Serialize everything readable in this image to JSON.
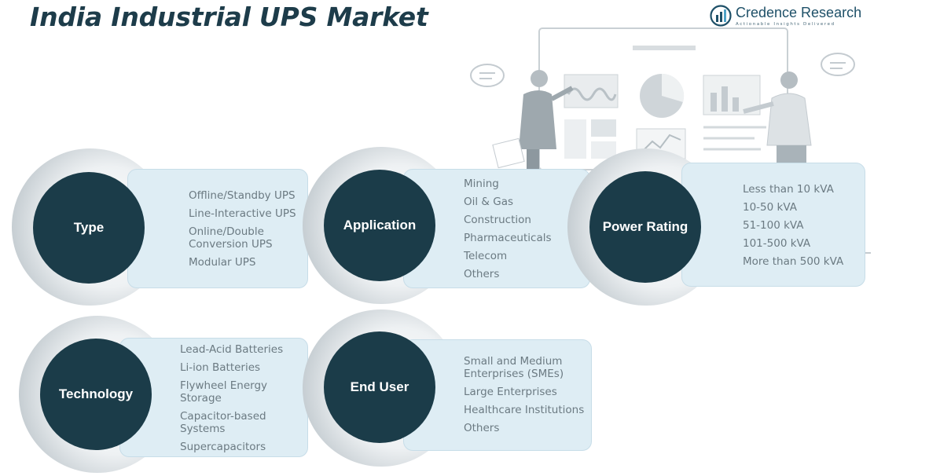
{
  "title": "India Industrial UPS Market",
  "brand": {
    "name": "Credence Research",
    "tagline": "Actionable Insights Delivered"
  },
  "colors": {
    "circle": "#1b3c49",
    "card": "#deedf4",
    "title": "#1d3c4a",
    "item_text": "#6b7a82"
  },
  "segments": [
    {
      "label": "Type",
      "items": [
        "Offline/Standby UPS",
        "Line-Interactive UPS",
        "Online/Double Conversion UPS",
        "Modular UPS"
      ]
    },
    {
      "label": "Application",
      "items": [
        "Mining",
        "Oil & Gas",
        "Construction",
        "Pharmaceuticals",
        "Telecom",
        "Others"
      ]
    },
    {
      "label": "Power Rating",
      "items": [
        "Less than 10 kVA",
        "10-50 kVA",
        "51-100 kVA",
        "101-500 kVA",
        "More than 500 kVA"
      ]
    },
    {
      "label": "Technology",
      "items": [
        "Lead-Acid Batteries",
        "Li-ion Batteries",
        "Flywheel Energy Storage",
        "Capacitor-based Systems",
        "Supercapacitors"
      ]
    },
    {
      "label": "End User",
      "items": [
        "Small and Medium Enterprises (SMEs)",
        "Large Enterprises",
        "Healthcare Institutions",
        "Others"
      ]
    }
  ]
}
